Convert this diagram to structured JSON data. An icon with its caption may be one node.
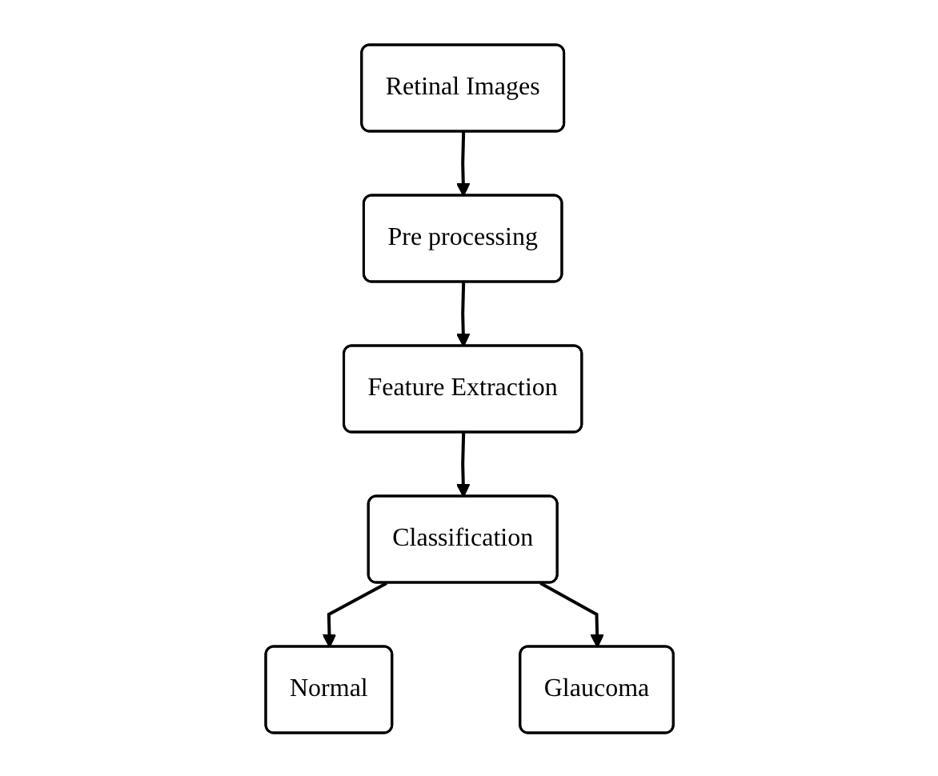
{
  "diagram": {
    "nodes": [
      {
        "text": [
          "Retinal Images"
        ]
      },
      {
        "text": [
          "Pre processing"
        ]
      },
      {
        "text": [
          "Feature Extraction"
        ]
      },
      {
        "text": [
          "Classification"
        ]
      },
      {
        "text": [
          "Normal"
        ]
      },
      {
        "text": [
          "Glaucoma"
        ]
      }
    ],
    "edges": [
      {
        "from": 0,
        "to": 1,
        "arrow": "to"
      },
      {
        "from": 1,
        "to": 2,
        "arrow": "to"
      },
      {
        "from": 2,
        "to": 3,
        "arrow": "to"
      },
      {
        "from": 3,
        "to": 4,
        "arrow": "to"
      },
      {
        "from": 3,
        "to": 5,
        "arrow": "to"
      }
    ]
  }
}
